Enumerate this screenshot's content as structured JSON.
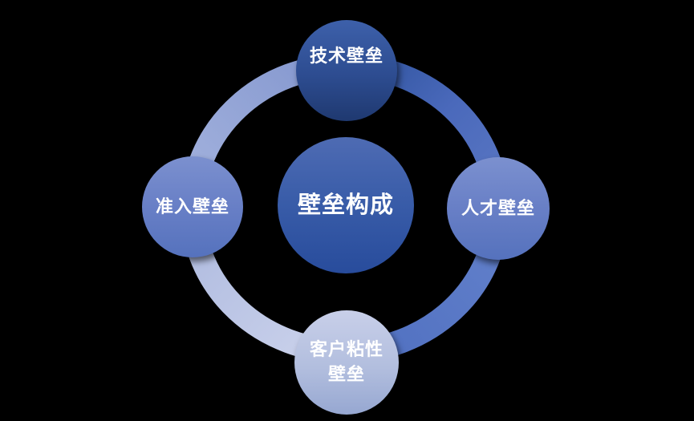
{
  "diagram": {
    "type": "cycle-relationship",
    "background_color": "#000000",
    "center": {
      "label": "壁垒构成",
      "text_color": "#ffffff",
      "fill_top": "#4e6bb3",
      "fill_bottom": "#284c9c"
    },
    "nodes": [
      {
        "position": "top",
        "label": "技术壁垒",
        "text_color": "#ffffff",
        "fill_top": "#3d60aa",
        "fill_bottom": "#1f3970"
      },
      {
        "position": "right",
        "label": "人才壁垒",
        "text_color": "#ffffff",
        "fill_top": "#7b90cf",
        "fill_bottom": "#5572bd"
      },
      {
        "position": "bottom",
        "label": "客户粘性壁垒",
        "text_color": "#ffffff",
        "fill_top": "#c8cfe9",
        "fill_bottom": "#96a7d1"
      },
      {
        "position": "left",
        "label": "准入壁垒",
        "text_color": "#ffffff",
        "fill_top": "#7b90cf",
        "fill_bottom": "#5572bd"
      }
    ],
    "ring": {
      "segments": [
        {
          "from": "top",
          "to": "right",
          "color_start": "#2e529c",
          "color_end": "#5a77c3"
        },
        {
          "from": "right",
          "to": "bottom",
          "color_start": "#6381cb",
          "color_end": "#4f6fc0"
        },
        {
          "from": "bottom",
          "to": "left",
          "color_start": "#ccd3ec",
          "color_end": "#aebadf"
        },
        {
          "from": "left",
          "to": "top",
          "color_start": "#a4b3de",
          "color_end": "#8396ce"
        }
      ]
    }
  }
}
